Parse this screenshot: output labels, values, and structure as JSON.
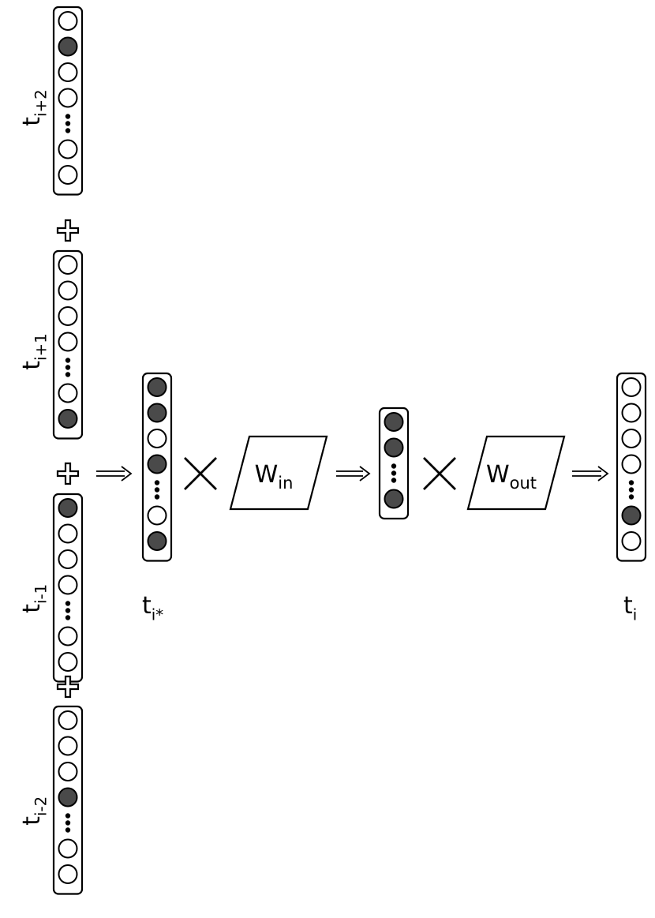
{
  "colors": {
    "filled": "#4a4a4a",
    "empty": "#ffffff",
    "stroke": "#000000"
  },
  "context_vectors": [
    {
      "id": "t_i_plus_2",
      "label": "t",
      "subscript": "i+2",
      "cells": [
        0,
        1,
        0,
        0,
        "dots",
        0,
        0
      ]
    },
    {
      "id": "t_i_plus_1",
      "label": "t",
      "subscript": "i+1",
      "cells": [
        0,
        0,
        0,
        0,
        "dots",
        0,
        1
      ]
    },
    {
      "id": "t_i_minus_1",
      "label": "t",
      "subscript": "i-1",
      "cells": [
        1,
        0,
        0,
        0,
        "dots",
        0,
        0
      ]
    },
    {
      "id": "t_i_minus_2",
      "label": "t",
      "subscript": "i-2",
      "cells": [
        0,
        0,
        0,
        1,
        "dots",
        0,
        0
      ]
    }
  ],
  "sum_vector": {
    "label": "t",
    "subscript": "i*",
    "cells": [
      1,
      1,
      0,
      1,
      "dots",
      0,
      1
    ]
  },
  "hidden_vector": {
    "cells": [
      1,
      1,
      "dots",
      1
    ]
  },
  "output_vector": {
    "label": "t",
    "subscript": "i",
    "cells": [
      0,
      0,
      0,
      0,
      "dots",
      1,
      0
    ]
  },
  "matrices": {
    "w_in": {
      "label": "W",
      "subscript": "in"
    },
    "w_out": {
      "label": "W",
      "subscript": "out"
    }
  },
  "operators": {
    "plus": "+",
    "times": "×"
  },
  "icons": [
    "plus-icon",
    "times-icon",
    "double-arrow-icon"
  ]
}
